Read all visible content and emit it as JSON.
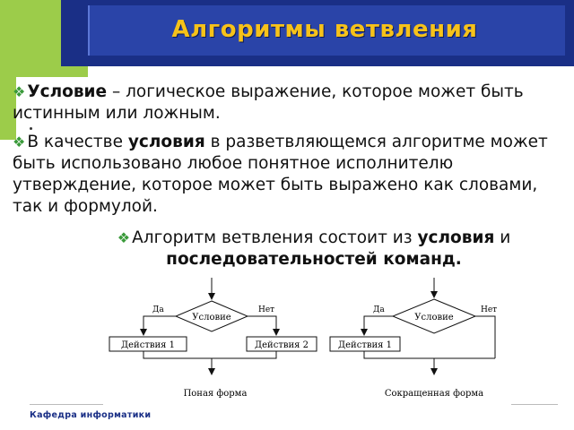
{
  "slide": {
    "title": "Алгоритмы ветвления",
    "bullet1": {
      "term": "Условие",
      "text": " – логическое выражение, которое может быть истинным или ложным."
    },
    "bullet2": {
      "before": "В качестве ",
      "term": "условия",
      "after": " в разветвляющемся алгоритме может быть использовано любое понятное исполнителю утверждение, которое может быть выражено как словами, так и формулой."
    },
    "bullet3": {
      "before": "Алгоритм ветвления состоит из ",
      "term1": "условия",
      "middle": " и ",
      "term2": "последовательностей команд."
    }
  },
  "diagram_full": {
    "condition": "Условие",
    "yes": "Да",
    "no": "Нет",
    "action1": "Действия 1",
    "action2": "Действия 2",
    "caption": "Поная форма"
  },
  "diagram_short": {
    "condition": "Условие",
    "yes": "Да",
    "no": "Нет",
    "action1": "Действия 1",
    "caption": "Сокращенная форма"
  },
  "footer": {
    "department": "Кафедра информатики"
  },
  "colors": {
    "green": "#9ccc4a",
    "navy": "#1a2f86",
    "title": "#f6c21a",
    "bullet": "#3a9a3a"
  }
}
